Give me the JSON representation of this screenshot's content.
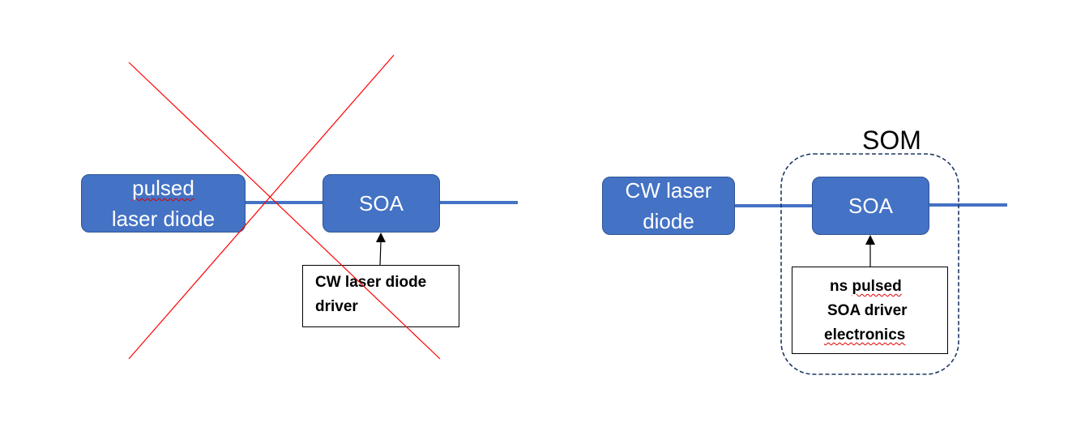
{
  "left_diagram": {
    "source_block": {
      "line1": "pulsed",
      "line2": "laser diode"
    },
    "amplifier_block": {
      "label": "SOA"
    },
    "driver_box": {
      "line1": "CW laser diode",
      "line2": "driver"
    },
    "cross_color": "#ff0000"
  },
  "right_diagram": {
    "source_block": {
      "line1": "CW laser",
      "line2": "diode"
    },
    "amplifier_block": {
      "label": "SOA"
    },
    "driver_box": {
      "line1_word1": "ns",
      "line1_word2": "pulsed",
      "line2": "SOA driver",
      "line3": "electronics"
    },
    "module_label": "SOM"
  },
  "colors": {
    "block_fill": "#4472c4",
    "block_border": "#2f5597",
    "fiber_line": "#4472c4",
    "module_border": "#1f3864",
    "spellcheck_underline": "#e00000"
  }
}
